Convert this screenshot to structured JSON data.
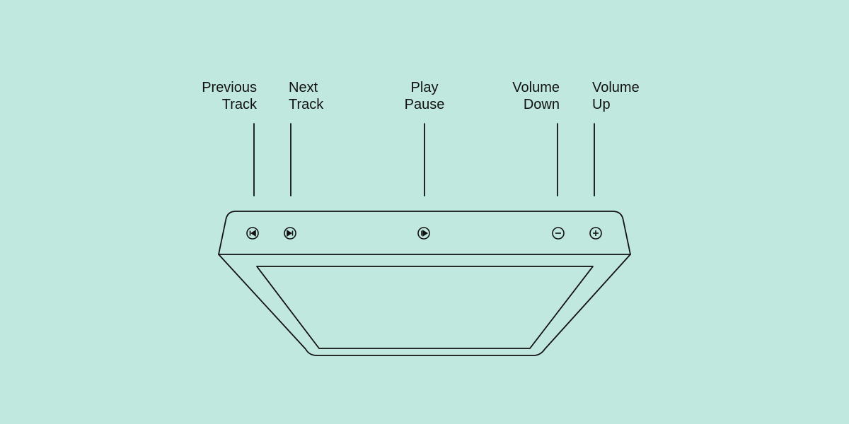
{
  "colors": {
    "background": "#c0e8df",
    "stroke": "#111111"
  },
  "labels": {
    "previous_track": {
      "line1": "Previous",
      "line2": "Track"
    },
    "next_track": {
      "line1": "Next",
      "line2": "Track"
    },
    "play_pause": {
      "line1": "Play",
      "line2": "Pause"
    },
    "volume_down": {
      "line1": "Volume",
      "line2": "Down"
    },
    "volume_up": {
      "line1": "Volume",
      "line2": "Up"
    }
  },
  "buttons": [
    {
      "name": "previous-track-button",
      "icon": "skip-back-icon"
    },
    {
      "name": "next-track-button",
      "icon": "skip-forward-icon"
    },
    {
      "name": "play-pause-button",
      "icon": "play-pause-icon"
    },
    {
      "name": "volume-down-button",
      "icon": "minus-icon"
    },
    {
      "name": "volume-up-button",
      "icon": "plus-icon"
    }
  ]
}
